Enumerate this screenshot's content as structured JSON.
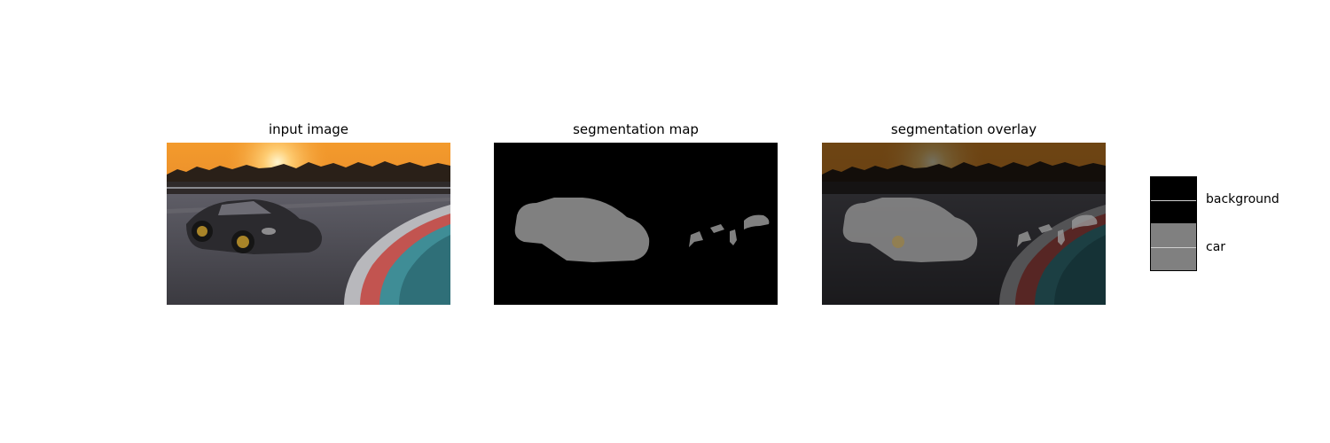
{
  "panels": {
    "input": {
      "title": "input image"
    },
    "map": {
      "title": "segmentation map"
    },
    "overlay": {
      "title": "segmentation overlay"
    }
  },
  "legend": {
    "items": [
      {
        "label": "background",
        "color": "#000000"
      },
      {
        "label": "car",
        "color": "#808080"
      }
    ]
  },
  "colors": {
    "background_class": "#000000",
    "car_class": "#808080",
    "sky_orange": "#f0962e",
    "track_teal": "#3f8d96",
    "curb_red": "#c25450"
  }
}
